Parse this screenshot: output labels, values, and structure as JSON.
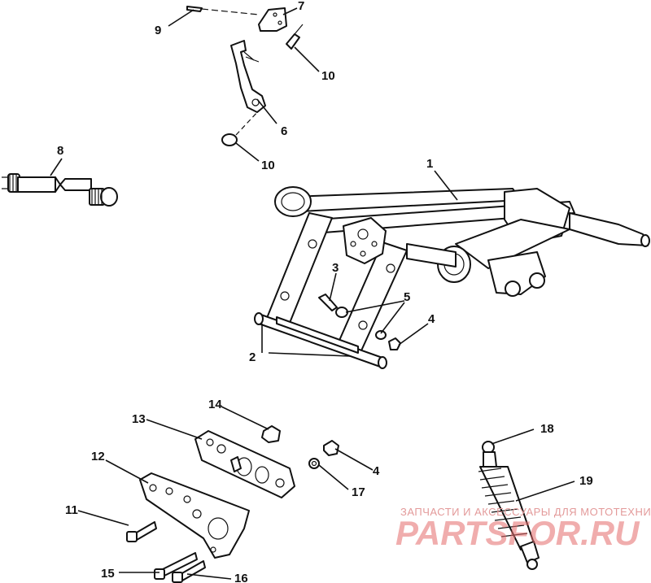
{
  "callouts": [
    {
      "id": "c1",
      "text": "1"
    },
    {
      "id": "c2",
      "text": "2"
    },
    {
      "id": "c3",
      "text": "3"
    },
    {
      "id": "c4a",
      "text": "4"
    },
    {
      "id": "c4b",
      "text": "4"
    },
    {
      "id": "c5",
      "text": "5"
    },
    {
      "id": "c6",
      "text": "6"
    },
    {
      "id": "c7",
      "text": "7"
    },
    {
      "id": "c8",
      "text": "8"
    },
    {
      "id": "c9",
      "text": "9"
    },
    {
      "id": "c10a",
      "text": "10"
    },
    {
      "id": "c10b",
      "text": "10"
    },
    {
      "id": "c11",
      "text": "11"
    },
    {
      "id": "c12",
      "text": "12"
    },
    {
      "id": "c13",
      "text": "13"
    },
    {
      "id": "c14",
      "text": "14"
    },
    {
      "id": "c15",
      "text": "15"
    },
    {
      "id": "c16",
      "text": "16"
    },
    {
      "id": "c17",
      "text": "17"
    },
    {
      "id": "c18",
      "text": "18"
    },
    {
      "id": "c19",
      "text": "19"
    }
  ],
  "watermark": {
    "tagline": "ЗАПЧАСТИ И АКСЕССУАРЫ ДЛЯ МОТОТЕХНИКИ",
    "brand": "PARTSFOR.RU"
  }
}
